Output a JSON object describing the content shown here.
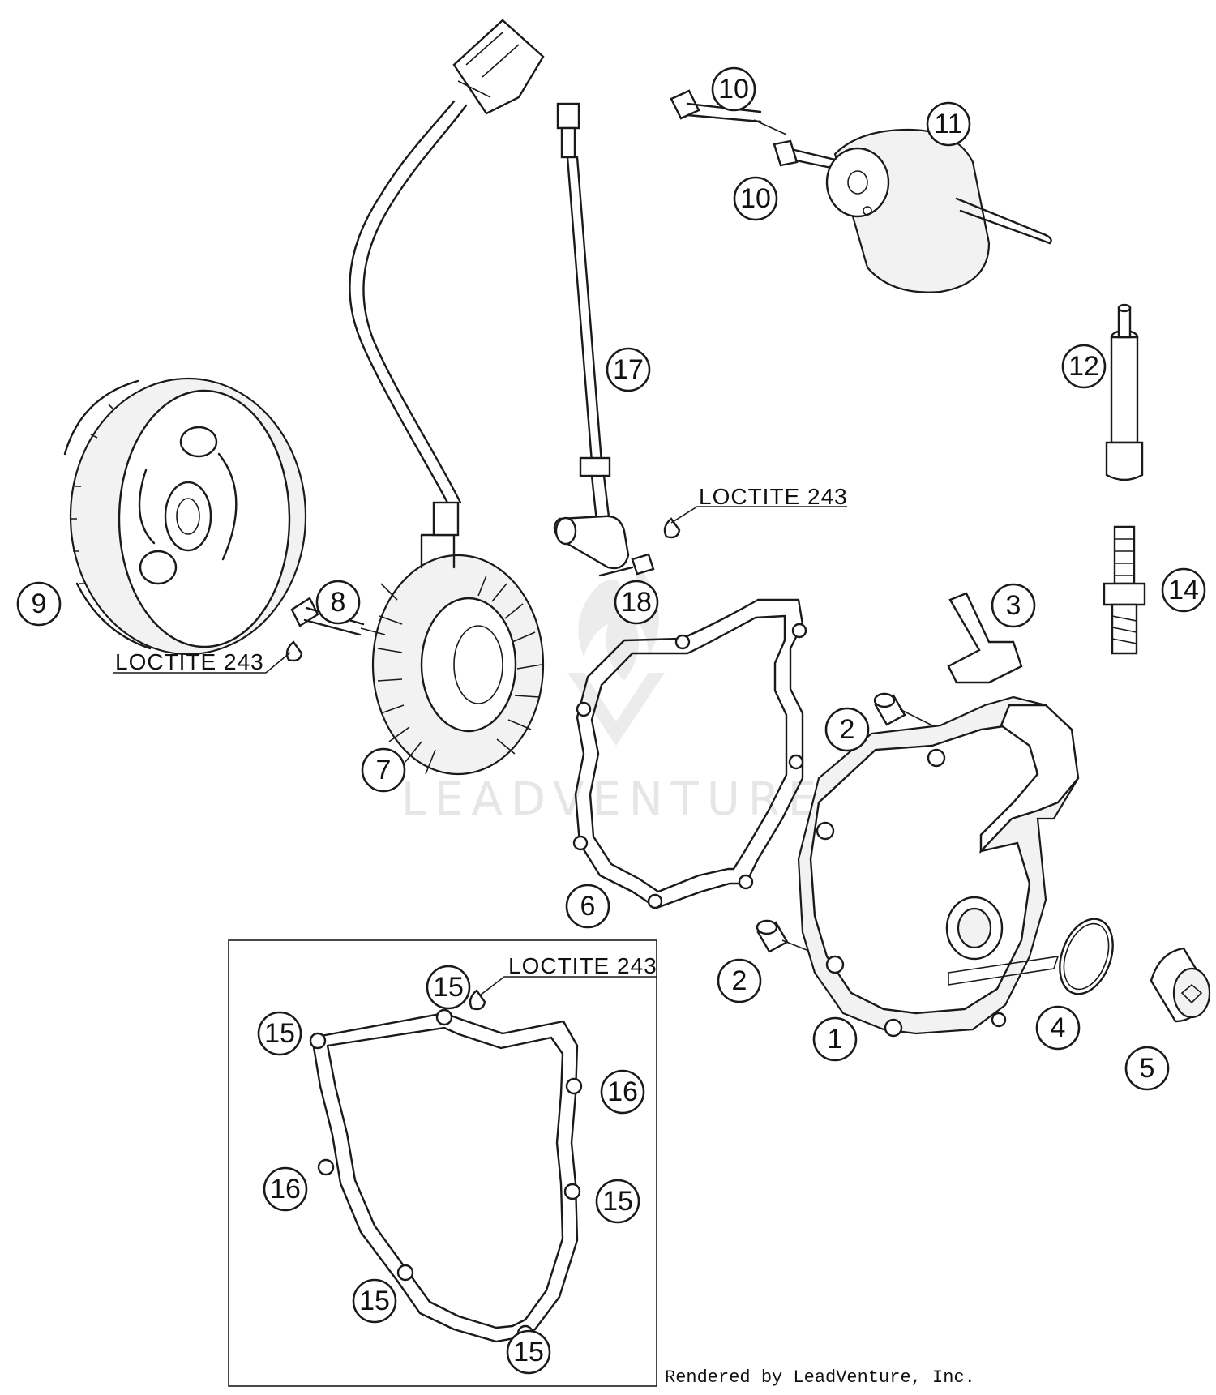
{
  "watermark": "LEADVENTURE",
  "credit": "Rendered by LeadVenture, Inc.",
  "notes": {
    "loctite_top": "LOCTITE 243",
    "loctite_left": "LOCTITE 243",
    "loctite_kit": "LOCTITE 243"
  },
  "callouts": {
    "c1": "1",
    "c2a": "2",
    "c2b": "2",
    "c3": "3",
    "c4": "4",
    "c5": "5",
    "c6": "6",
    "c7": "7",
    "c8": "8",
    "c9": "9",
    "c10a": "10",
    "c10b": "10",
    "c11": "11",
    "c12": "12",
    "c14": "14",
    "c15a": "15",
    "c15b": "15",
    "c15c": "15",
    "c15d": "15",
    "c15e": "15",
    "c16a": "16",
    "c16b": "16",
    "c17": "17",
    "c18": "18"
  }
}
